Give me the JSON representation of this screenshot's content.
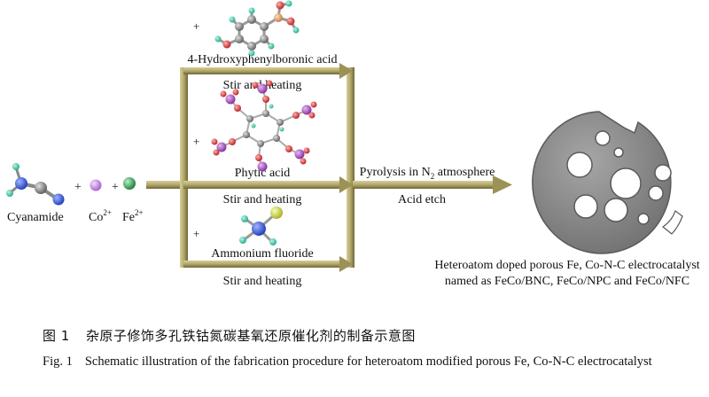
{
  "reagents": {
    "cyanamide": "Cyanamide",
    "co_base": "Co",
    "co_charge": "2+",
    "fe_base": "Fe",
    "fe_charge": "2+",
    "plus": "+"
  },
  "routes": [
    {
      "additive": "4-Hydroxyphenylboronic acid",
      "condition": "Stir and heating"
    },
    {
      "additive": "Phytic acid",
      "condition": "Stir and heating"
    },
    {
      "additive": "Ammonium fluoride",
      "condition": "Stir and heating"
    }
  ],
  "process": {
    "pyrolysis_prefix": "Pyrolysis in N",
    "pyrolysis_sub": "2",
    "pyrolysis_suffix": " atmosphere",
    "etch": "Acid etch"
  },
  "product": {
    "line1": "Heteroatom doped porous Fe, Co-N-C electrocatalyst",
    "line2": "named as FeCo/BNC, FeCo/NPC and FeCo/NFC"
  },
  "caption": {
    "zh_num": "图 1",
    "zh_text": "杂原子修饰多孔铁钴氮碳基氧还原催化剂的制备示意图",
    "en_num": "Fig. 1",
    "en_text": "Schematic illustration of the fabrication procedure for heteroatom modified porous Fe, Co-N-C electrocatalyst"
  },
  "colors": {
    "arrow": "#b3a76a",
    "arrow_dark": "#6e6638",
    "disk": "#8c8c8c",
    "disk_edge": "#5a5a5a",
    "nitrogen": "#2b4fd8",
    "carbon": "#8a8a8a",
    "hydrogen": "#3cc9a9",
    "cobalt": "#c77ee8",
    "iron": "#2fa04e",
    "oxygen": "#e03030",
    "phosphorus": "#a44cc0",
    "boron": "#e0a070",
    "fluorine": "#d9e43a"
  }
}
